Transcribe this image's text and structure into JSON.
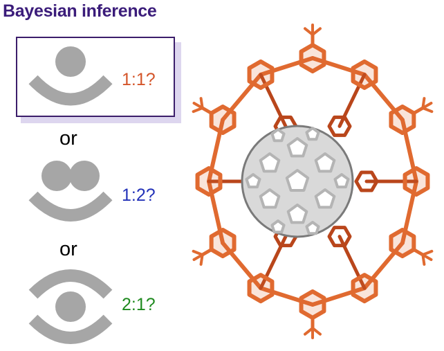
{
  "title": "Bayesian inference",
  "colors": {
    "title": "#3b1c7a",
    "frame": "#3b1d6a",
    "glyph": "#a6a6a6",
    "ratio_1_1": "#d4552a",
    "ratio_1_2": "#2332b8",
    "ratio_2_1": "#1f8a1f",
    "host": "#e06a30",
    "host_dark": "#b9461b",
    "guest": "#b4b4b4"
  },
  "options": [
    {
      "ratio": "1:1?",
      "glyph": "one-guest-one-host-icon",
      "selected": true
    },
    {
      "ratio": "1:2?",
      "glyph": "two-guests-one-host-icon",
      "selected": false
    },
    {
      "ratio": "2:1?",
      "glyph": "one-guest-two-hosts-icon",
      "selected": false
    }
  ],
  "connectors": [
    "or",
    "or"
  ],
  "image": "fullerene-in-macrocycle-icon"
}
